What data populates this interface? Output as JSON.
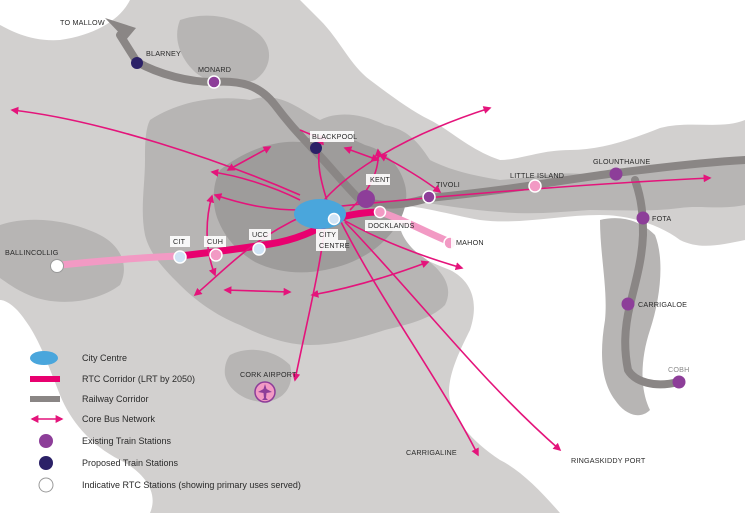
{
  "colors": {
    "water": "#ffffff",
    "land_light": "#d2d0cf",
    "urban": "#b7b5b4",
    "city_core": "#9e9c9b",
    "rail": "#8a8685",
    "rtc": "#e8006f",
    "rtc_light": "#f29ac4",
    "bus": "#e4147b",
    "existing_station": "#8d3e99",
    "proposed_station": "#2b2167",
    "rtc_station_fill": "#ffffff",
    "city_centre": "#4aa6dc"
  },
  "labels": {
    "to_mallow": "TO MALLOW",
    "blarney": "BLARNEY",
    "monard": "MONARD",
    "blackpool": "BLACKPOOL",
    "kent": "KENT",
    "tivoli": "TIVOLI",
    "little_island": "LITTLE ISLAND",
    "glounthaune": "GLOUNTHAUNE",
    "fota": "FOTA",
    "carrigaloe": "CARRIGALOE",
    "cobh": "COBH",
    "ballincollig": "BALLINCOLLIG",
    "cit": "CIT",
    "cuh": "CUH",
    "ucc": "UCC",
    "city": "CITY",
    "centre": "CENTRE",
    "docklands": "DOCKLANDS",
    "mahon": "MAHON",
    "cork_airport": "CORK AIRPORT",
    "carrigaline": "CARRIGALINE",
    "ringaskiddy_port": "RINGASKIDDY PORT"
  },
  "legend": {
    "city_centre": "City Centre",
    "rtc_corridor": "RTC Corridor (LRT by 2050)",
    "railway_corridor": "Railway Corridor",
    "core_bus": "Core Bus Network",
    "existing_stations": "Existing Train Stations",
    "proposed_stations": "Proposed Train Stations",
    "indicative_rtc": "Indicative RTC Stations (showing primary uses served)"
  }
}
